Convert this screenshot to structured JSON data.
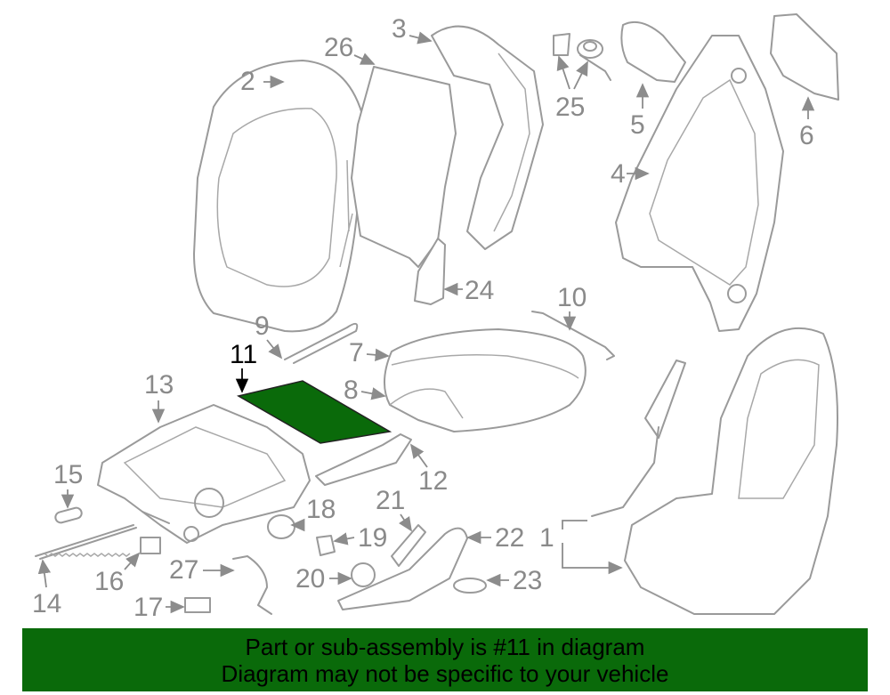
{
  "diagram": {
    "highlight_color": "#0a6a0a",
    "highlighted_part": "11",
    "callouts": [
      "1",
      "2",
      "3",
      "4",
      "5",
      "6",
      "7",
      "8",
      "9",
      "10",
      "11",
      "12",
      "13",
      "14",
      "15",
      "16",
      "17",
      "18",
      "19",
      "20",
      "21",
      "22",
      "23",
      "24",
      "25",
      "26",
      "27"
    ]
  },
  "banner": {
    "line1": "Part or sub-assembly is #11 in diagram",
    "line2": "Diagram may not be specific to your vehicle"
  }
}
